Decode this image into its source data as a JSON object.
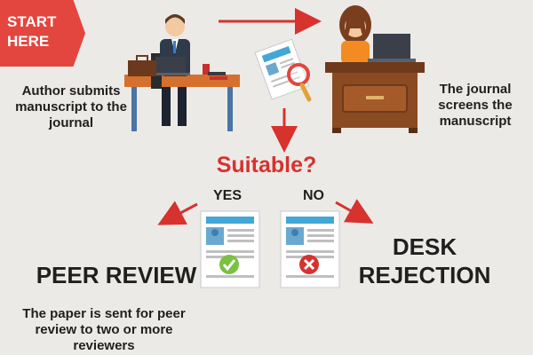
{
  "start_badge": "START HERE",
  "author_caption": "Author submits manuscript to the journal",
  "journal_caption": "The journal screens the manuscript",
  "question": "Suitable?",
  "yes_label": "YES",
  "no_label": "NO",
  "peer_review": {
    "title": "PEER REVIEW",
    "description": "The paper is sent for peer review to two or more reviewers"
  },
  "desk_rejection": {
    "title": "DESK REJECTION"
  },
  "colors": {
    "accent_red": "#d7322e",
    "badge_red": "#e2463f",
    "doc_blue": "#42a7d6",
    "check_green": "#7ac142",
    "desk_brown": "#8a4a22",
    "background": "#eceae6"
  }
}
